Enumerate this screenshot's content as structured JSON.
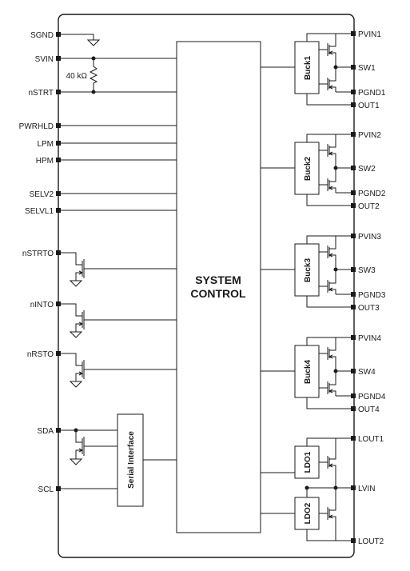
{
  "diagram": {
    "left_pins": {
      "sgnd": "SGND",
      "svin": "SVIN",
      "nstrt": "nSTRT",
      "pwrhld": "PWRHLD",
      "lpm": "LPM",
      "hpm": "HPM",
      "selv2": "SELV2",
      "selvl1": "SELVL1",
      "nstrto": "nSTRTO",
      "nint": "nINTO",
      "nrsto": "nRSTO",
      "sda": "SDA",
      "scl": "SCL"
    },
    "resistor_label": "40 kΩ",
    "system_control": {
      "line1": "SYSTEM",
      "line2": "CONTROL"
    },
    "serial_interface": "Serial Interface",
    "bucks": [
      {
        "name": "Buck1",
        "pvin": "PVIN1",
        "sw": "SW1",
        "pgnd": "PGND1",
        "out": "OUT1"
      },
      {
        "name": "Buck2",
        "pvin": "PVIN2",
        "sw": "SW2",
        "pgnd": "PGND2",
        "out": "OUT2"
      },
      {
        "name": "Buck3",
        "pvin": "PVIN3",
        "sw": "SW3",
        "pgnd": "PGND3",
        "out": "OUT3"
      },
      {
        "name": "Buck4",
        "pvin": "PVIN4",
        "sw": "SW4",
        "pgnd": "PGND4",
        "out": "OUT4"
      }
    ],
    "ldos": [
      {
        "name": "LDO1",
        "pin": "LOUT1"
      },
      {
        "name": "LDO2",
        "pin": "LOUT2"
      }
    ],
    "lvin": "LVIN"
  }
}
